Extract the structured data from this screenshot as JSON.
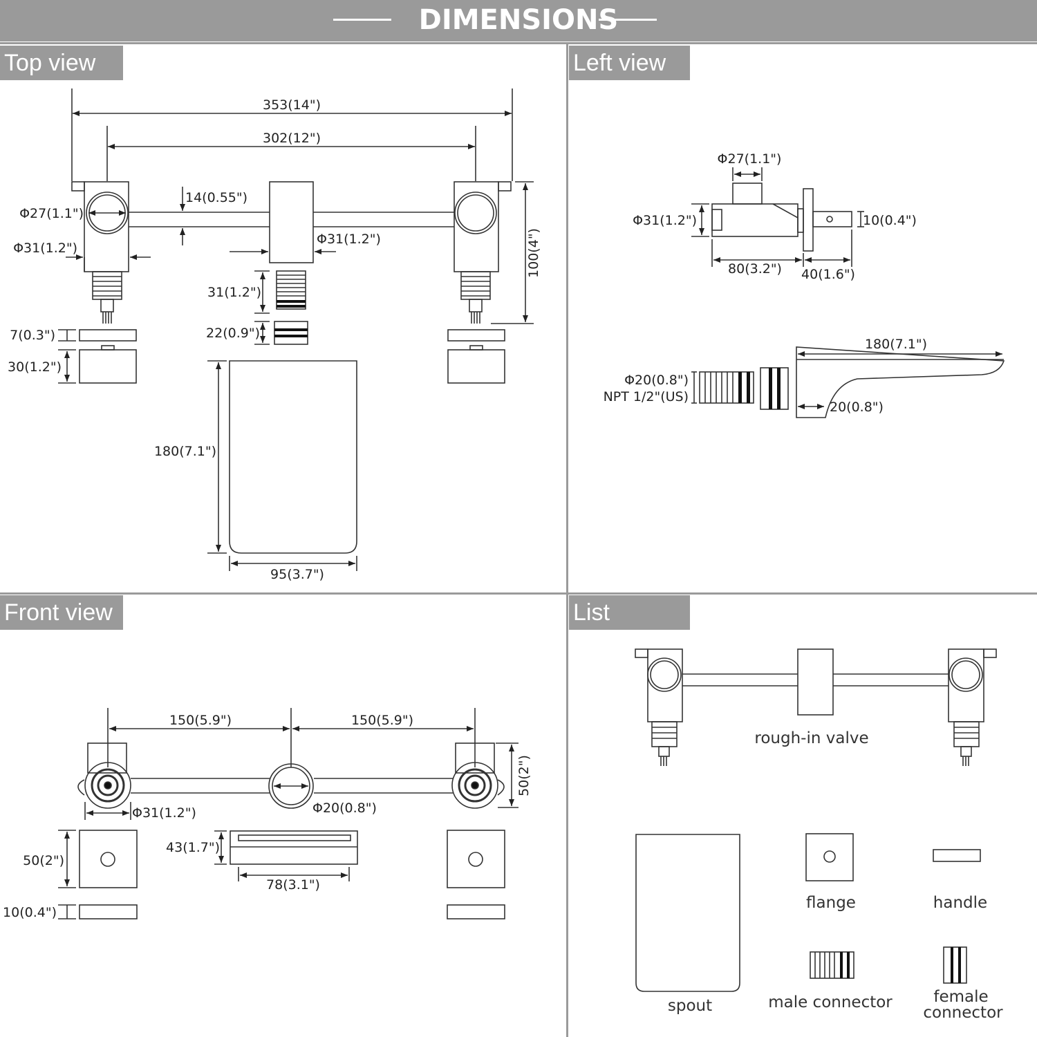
{
  "header": {
    "title": "DIMENSIONS"
  },
  "panels": {
    "top_view": "Top view",
    "left_view": "Left view",
    "front_view": "Front view",
    "list": "List"
  },
  "top_view": {
    "overall_width": "353(14\")",
    "valve_spacing": "302(12\")",
    "bar_thickness": "14(0.55\")",
    "handle_hole": "Φ27(1.1\")",
    "valve_body": "Φ31(1.2\")",
    "center_body": "Φ31(1.2\")",
    "depth": "100(4\")",
    "male_connector": "31(1.2\")",
    "female_connector": "22(0.9\")",
    "handle_thickness": "7(0.3\")",
    "flange_depth": "30(1.2\")",
    "spout_length": "180(7.1\")",
    "spout_width": "95(3.7\")"
  },
  "left_view": {
    "stem": "Φ27(1.1\")",
    "body": "Φ31(1.2\")",
    "handle_rod": "10(0.4\")",
    "body_length": "80(3.2\")",
    "handle_length": "40(1.6\")",
    "spout_length": "180(7.1\")",
    "thread_dia": "Φ20(0.8\")",
    "thread_type": "NPT 1/2\"(US)",
    "spout_height": "20(0.8\")"
  },
  "front_view": {
    "left_spacing": "150(5.9\")",
    "right_spacing": "150(5.9\")",
    "height": "50(2\")",
    "valve_dia": "Φ31(1.2\")",
    "outlet_dia": "Φ20(0.8\")",
    "flange_height": "50(2\")",
    "handle_thickness": "10(0.4\")",
    "spout_height": "43(1.7\")",
    "spout_width": "78(3.1\")"
  },
  "list": {
    "rough_in_valve": "rough-in valve",
    "flange": "flange",
    "handle": "handle",
    "spout": "spout",
    "male_connector": "male connector",
    "female_connector_1": "female",
    "female_connector_2": "connector"
  }
}
